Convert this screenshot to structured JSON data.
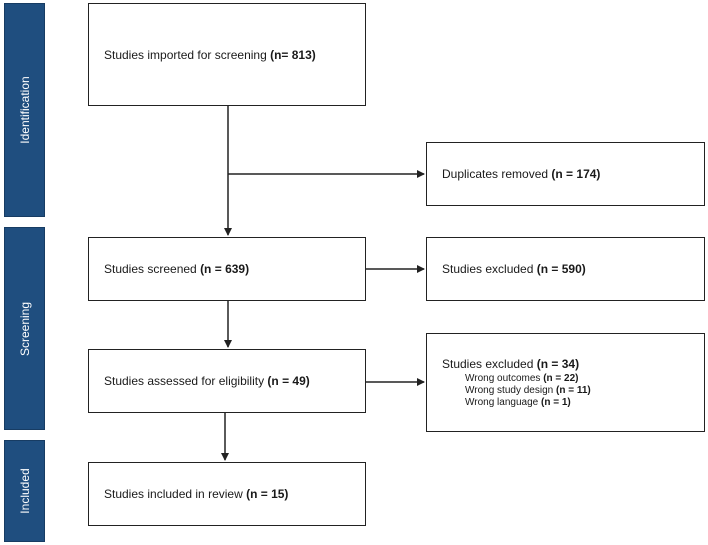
{
  "phases": {
    "identification": "Identification",
    "screening": "Screening",
    "included": "Included"
  },
  "boxes": {
    "imported": {
      "text": "Studies imported for screening ",
      "count": "(n= 813)"
    },
    "duplicates": {
      "text": "Duplicates removed ",
      "count": "(n = 174)"
    },
    "screened": {
      "text": "Studies screened ",
      "count": "(n = 639)"
    },
    "excluded_screening": {
      "text": "Studies excluded ",
      "count": "(n = 590)"
    },
    "eligibility": {
      "text": "Studies assessed for eligibility ",
      "count": "(n = 49)"
    },
    "excluded_eligibility": {
      "text": "Studies excluded ",
      "count": "(n = 34)",
      "reasons": [
        {
          "text": "Wrong outcomes ",
          "count": "(n = 22)"
        },
        {
          "text": "Wrong study design ",
          "count": "(n = 11)"
        },
        {
          "text": "Wrong language ",
          "count": "(n = 1)"
        }
      ]
    },
    "included": {
      "text": "Studies included in review ",
      "count": "(n = 15)"
    }
  },
  "colors": {
    "phase_bg": "#1f4e7f",
    "border": "#222222"
  }
}
